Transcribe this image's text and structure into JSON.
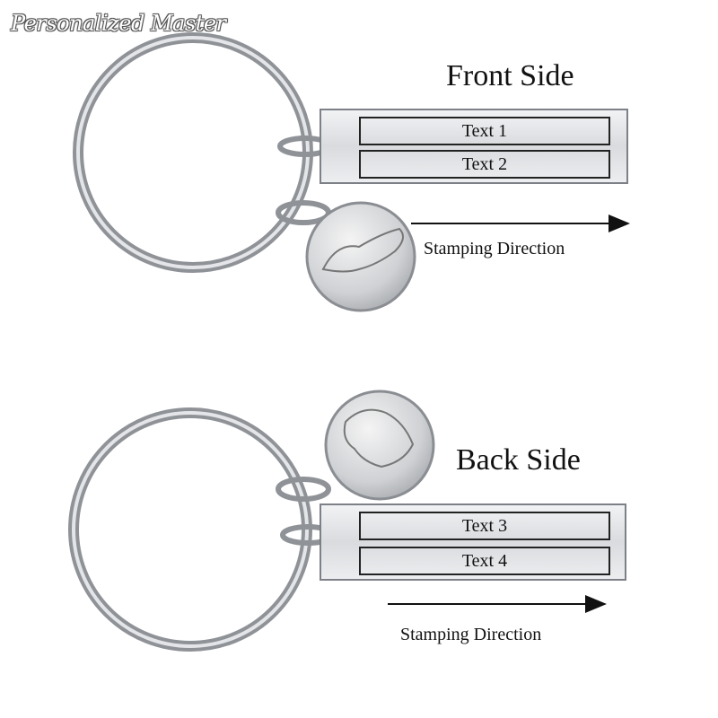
{
  "watermark": "Personalized Master",
  "front": {
    "heading": "Front Side",
    "fields": [
      "Text 1",
      "Text 2"
    ],
    "direction_label": "Stamping Direction"
  },
  "back": {
    "heading": "Back Side",
    "fields": [
      "Text 3",
      "Text 4"
    ],
    "direction_label": "Stamping Direction"
  },
  "colors": {
    "metal": "#c9ccd1",
    "ink": "#111111"
  }
}
